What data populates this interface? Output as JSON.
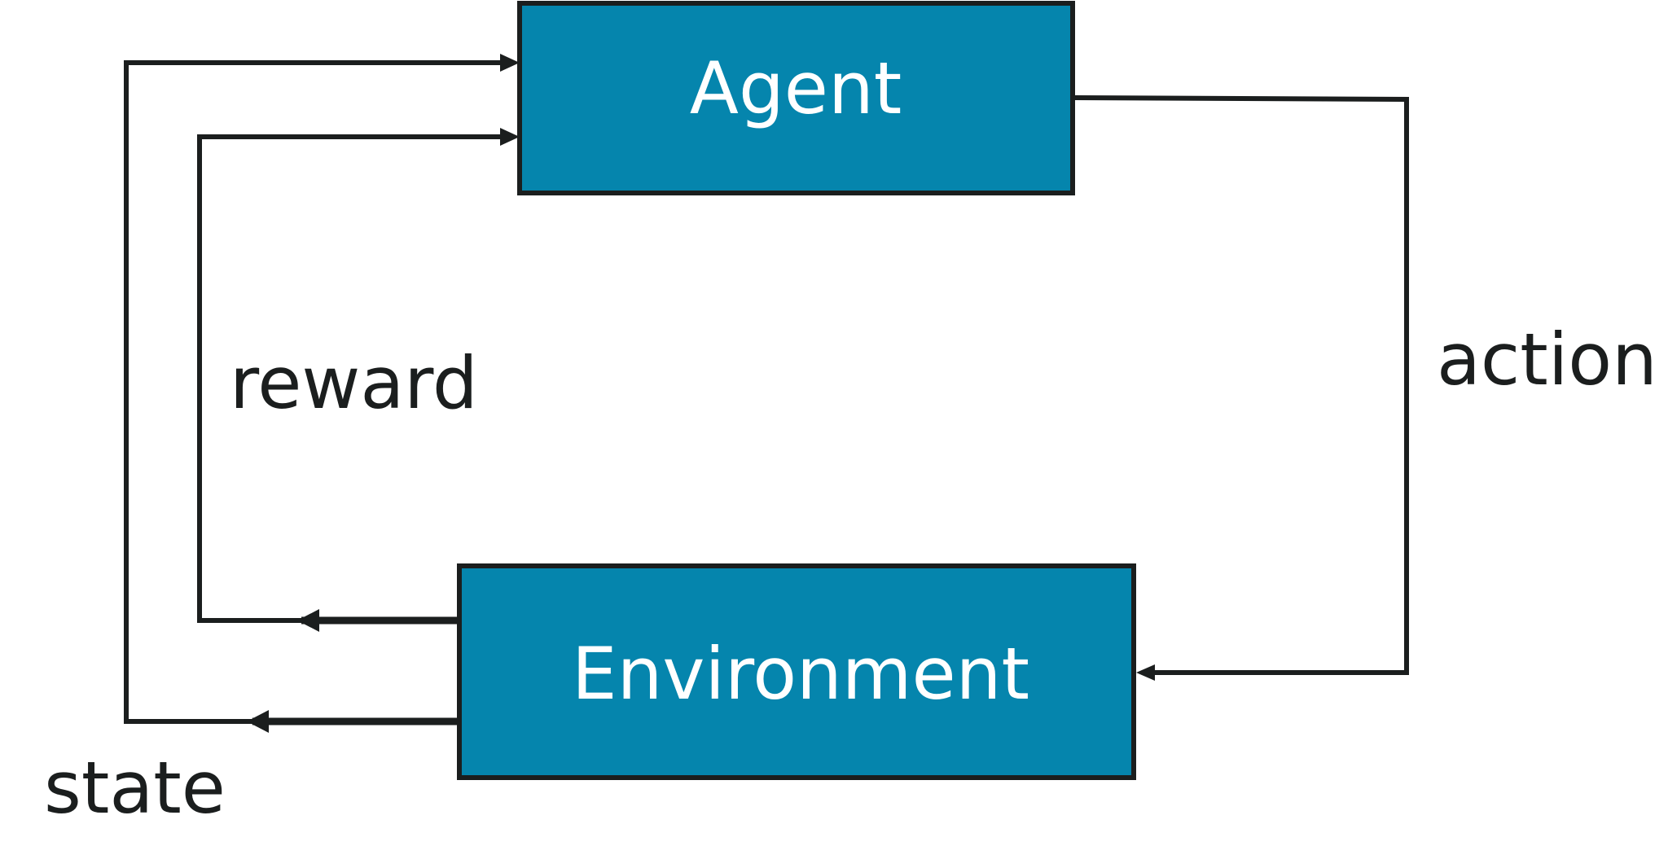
{
  "diagram": {
    "nodes": {
      "agent": {
        "label": "Agent"
      },
      "environment": {
        "label": "Environment"
      }
    },
    "edges": {
      "action": {
        "label": "action",
        "from": "Agent",
        "to": "Environment"
      },
      "reward": {
        "label": "reward",
        "from": "Environment",
        "to": "Agent"
      },
      "state": {
        "label": "state",
        "from": "Environment",
        "to": "Agent"
      }
    },
    "colors": {
      "node_fill": "#0585ad",
      "node_text": "#ffffff",
      "line": "#1b1e1e",
      "background": "#ffffff"
    }
  }
}
